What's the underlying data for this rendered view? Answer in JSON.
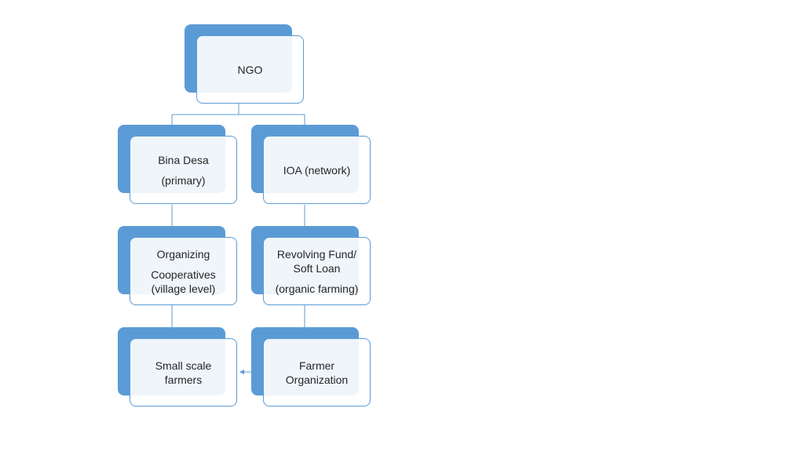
{
  "diagram": {
    "ngo": [
      "NGO"
    ],
    "bina_desa": [
      "Bina Desa",
      "(primary)"
    ],
    "ioa": [
      "IOA (network)"
    ],
    "organizing": [
      "Organizing",
      "Cooperatives",
      "(village level)"
    ],
    "revolving": [
      "Revolving Fund/",
      "Soft Loan",
      "(organic farming)"
    ],
    "small_scale": [
      "Small scale",
      "farmers"
    ],
    "farmer_org": [
      "Farmer",
      "Organization"
    ]
  },
  "colors": {
    "accent": "#5b9bd5",
    "text": "#262626"
  }
}
